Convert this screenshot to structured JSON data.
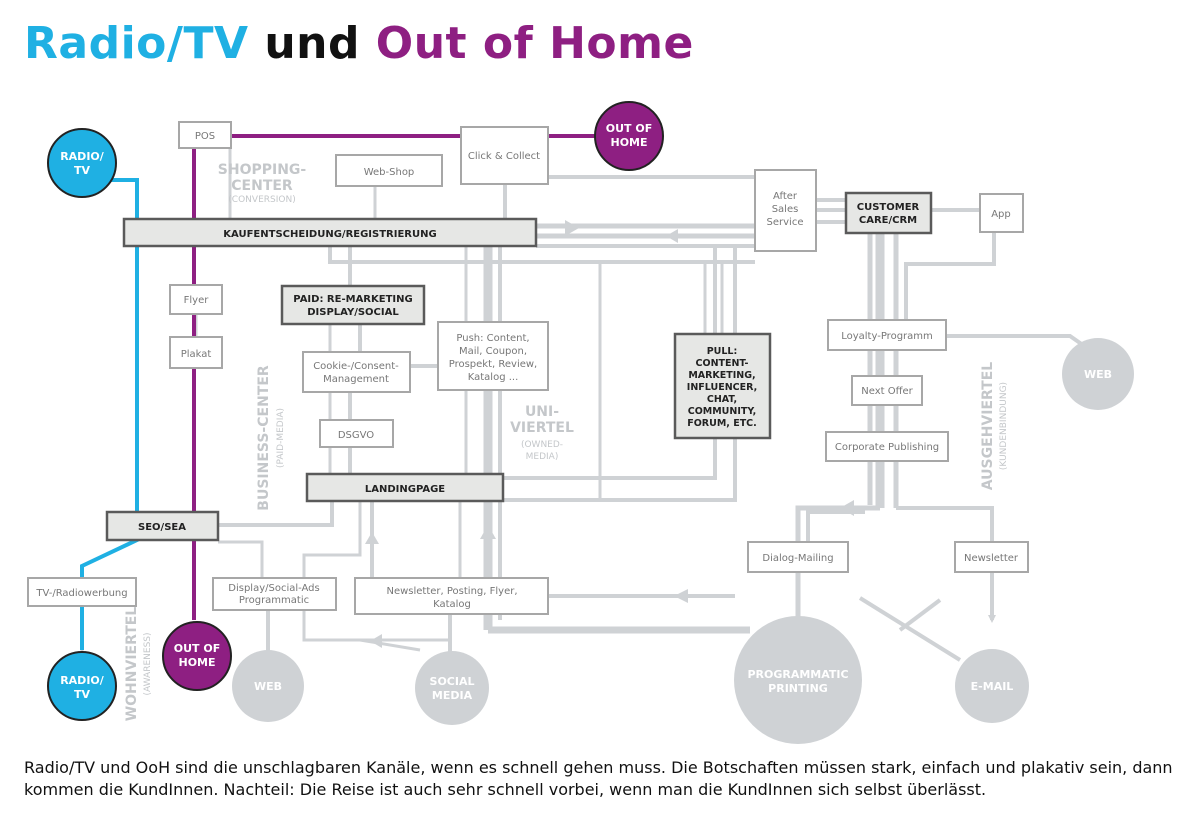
{
  "title": {
    "part1": "Radio/TV",
    "part2": " und ",
    "part3": "Out of Home"
  },
  "colors": {
    "cyan": "#1fb0e3",
    "purple": "#8e1f82",
    "gray_line": "#cfd2d5",
    "gray_text": "#c4c7ca",
    "box_border": "#a7a7a7",
    "box_fill": "#ffffff",
    "strong_fill": "#e6e7e5",
    "strong_border": "#5a5a5a"
  },
  "circles": {
    "radio_top": [
      "RADIO/",
      "TV"
    ],
    "ooh_top": [
      "OUT OF",
      "HOME"
    ],
    "radio_bottom": [
      "RADIO/",
      "TV"
    ],
    "ooh_bottom": [
      "OUT OF",
      "HOME"
    ],
    "web_bottom": [
      "WEB"
    ],
    "social_media": [
      "SOCIAL",
      "MEDIA"
    ],
    "programmatic_printing": [
      "PROGRAMMATIC",
      "PRINTING"
    ],
    "email": [
      "E-MAIL"
    ],
    "web_right": [
      "WEB"
    ]
  },
  "boxes": {
    "pos": [
      "POS"
    ],
    "click_collect": [
      "Click & Collect"
    ],
    "web_shop": [
      "Web-Shop"
    ],
    "after_sales": [
      "After",
      "Sales",
      "Service"
    ],
    "customer_care": [
      "CUSTOMER",
      "CARE/CRM"
    ],
    "app": [
      "App"
    ],
    "kaufentscheidung": [
      "KAUFENTSCHEIDUNG/REGISTRIERUNG"
    ],
    "flyer": [
      "Flyer"
    ],
    "plakat": [
      "Plakat"
    ],
    "paid_remarketing": [
      "PAID: RE-MARKETING",
      "DISPLAY/SOCIAL"
    ],
    "push": [
      "Push: Content,",
      "Mail, Coupon,",
      "Prospekt, Review,",
      "Katalog ..."
    ],
    "cookie": [
      "Cookie-/Consent-",
      "Management"
    ],
    "dsgvo": [
      "DSGVO"
    ],
    "pull": [
      "PULL:",
      "CONTENT-",
      "MARKETING,",
      "INFLUENCER,",
      "CHAT,",
      "COMMUNITY,",
      "FORUM, ETC."
    ],
    "loyalty": [
      "Loyalty-Programm"
    ],
    "next_offer": [
      "Next Offer"
    ],
    "corporate_publishing": [
      "Corporate Publishing"
    ],
    "landingpage": [
      "LANDINGPAGE"
    ],
    "seo_sea": [
      "SEO/SEA"
    ],
    "dialog_mailing": [
      "Dialog-Mailing"
    ],
    "newsletter_right": [
      "Newsletter"
    ],
    "tv_radiowerbung": [
      "TV-/Radiowerbung"
    ],
    "display_social_ads": [
      "Display/Social-Ads",
      "Programmatic"
    ],
    "newsletter_posting": [
      "Newsletter, Posting, Flyer,",
      "Katalog"
    ]
  },
  "districts": {
    "shopping_center": {
      "title": [
        "SHOPPING-",
        "CENTER"
      ],
      "sub": "(CONVERSION)"
    },
    "business_center": {
      "title": "BUSINESS-CENTER",
      "sub": "(PAID-MEDIA)"
    },
    "uni_viertel": {
      "title": [
        "UNI-",
        "VIERTEL"
      ],
      "sub": [
        "(OWNED-",
        "MEDIA)"
      ]
    },
    "ausgehviertel": {
      "title": "AUSGEHVIERTEL",
      "sub": "(KUNDENBINDUNG)"
    },
    "wohnviertel": {
      "title": "WOHNVIERTEL",
      "sub": "(AWARENESS)"
    }
  },
  "caption": {
    "line1": "Radio/TV und OoH sind die unschlagbaren Kanäle, wenn es schnell gehen muss. Die Botschaften müssen stark, einfach und plakativ sein, dann",
    "line2": "kommen die KundInnen. Nachteil: Die Reise ist auch sehr schnell vorbei, wenn man die KundInnen sich selbst überlässt."
  }
}
